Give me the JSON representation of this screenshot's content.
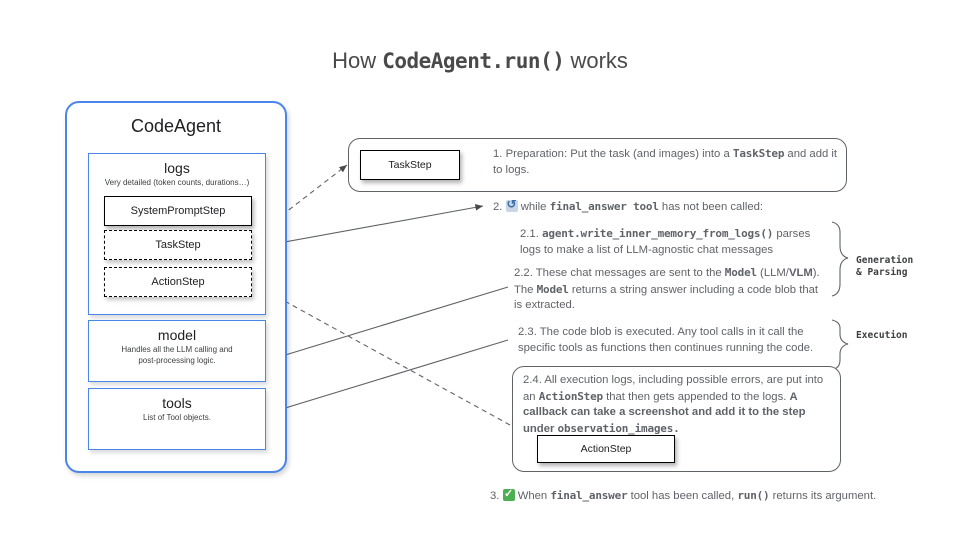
{
  "title": {
    "prefix": "How ",
    "code": "CodeAgent.run()",
    "suffix": " works"
  },
  "agent_panel": {
    "name": "CodeAgent",
    "logs": {
      "title": "logs",
      "subtitle": "Very detailed (token counts, durations…)",
      "steps": [
        {
          "label": "SystemPromptStep",
          "style": "solid"
        },
        {
          "label": "TaskStep",
          "style": "dashed"
        },
        {
          "label": "ActionStep",
          "style": "dashed"
        }
      ]
    },
    "model": {
      "title": "model",
      "subtitle_line1": "Handles all the LLM calling and",
      "subtitle_line2": "post-processing logic."
    },
    "tools": {
      "title": "tools",
      "subtitle": "List of Tool objects."
    }
  },
  "flow": {
    "card1": {
      "node_label": "TaskStep",
      "number": "1.",
      "text_a": "Preparation: Put the task (and images) into a ",
      "code_a": "TaskStep",
      "text_b": " and add it to logs."
    },
    "step2": {
      "number": "2.",
      "icon": "loop-icon",
      "text_a": "while ",
      "code_a": "final_answer tool",
      "text_b": " has not been called:"
    },
    "step21": {
      "number": "2.1.",
      "code_a": "agent.write_inner_memory_from_logs()",
      "text_a": " parses logs to make a list of LLM-agnostic chat messages"
    },
    "step22": {
      "number": "2.2.",
      "text_a": "These chat messages are sent to the ",
      "code_a": "Model",
      "text_b": " (LLM/",
      "bold_a": "VLM",
      "text_c": "). The ",
      "code_b": "Model",
      "text_d": " returns a string answer including a code blob that is extracted."
    },
    "step23": {
      "number": "2.3.",
      "text_a": "The code blob is executed. Any tool calls in it call the specific tools as functions then continues running the code."
    },
    "step24": {
      "number": "2.4.",
      "text_a": "All execution logs, including possible errors, are put into an ",
      "code_a": "ActionStep",
      "text_b": " that then gets appended to the logs. ",
      "bold_a": "A callback can  take a screenshot and add it to the step under ",
      "code_b": "observation_images.",
      "node_label": "ActionStep"
    },
    "step3": {
      "number": "3.",
      "icon": "check-icon",
      "text_a": "When ",
      "code_a": "final_answer",
      "text_b": " tool has been called, ",
      "code_b": "run()",
      "text_c": " returns its argument."
    },
    "side_labels": {
      "generation_line1": "Generation",
      "generation_line2": "& Parsing",
      "execution": "Execution"
    }
  },
  "colors": {
    "accent_blue": "#4a86e8",
    "text_gray": "#5f6368",
    "check_green": "#4caf50"
  }
}
